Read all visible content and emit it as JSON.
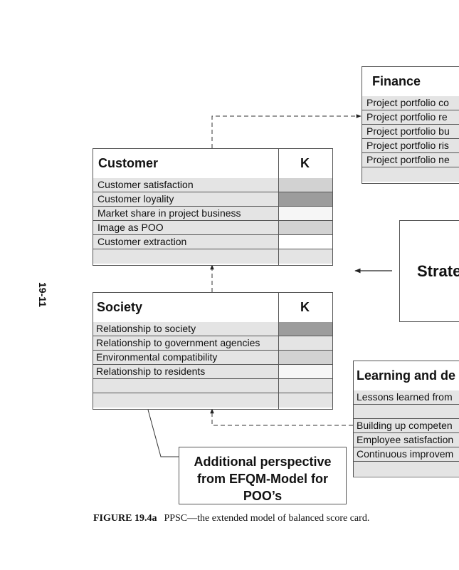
{
  "page_number": "19-11",
  "finance": {
    "title": "Finance",
    "rows": [
      "Project portfolio co",
      "Project portfolio re",
      "Project portfolio bu",
      "Project portfolio ris",
      "Project portfolio ne",
      ""
    ]
  },
  "customer": {
    "title": "Customer",
    "k_label": "K",
    "rows": [
      "Customer satisfaction",
      "Customer loyality",
      "Market share in project business",
      "Image as POO",
      "Customer extraction",
      ""
    ],
    "k_colors": [
      "#d2d2d2",
      "#9c9c9c",
      "#f6f6f6",
      "#d2d2d2",
      "#ffffff",
      "#e4e4e4"
    ]
  },
  "society": {
    "title": "Society",
    "k_label": "K",
    "rows": [
      "Relationship to society",
      "Relationship to government agencies",
      "Environmental compatibility",
      "Relationship to residents",
      "",
      ""
    ],
    "k_colors": [
      "#9c9c9c",
      "#e4e4e4",
      "#d2d2d2",
      "#f6f6f6",
      "#e4e4e4",
      "#e4e4e4"
    ]
  },
  "strategy": {
    "label": "Strate"
  },
  "learning": {
    "title": "Learning and de",
    "rows": [
      "Lessons learned from",
      "",
      "Building up competen",
      "Employee satisfaction",
      "Continuous improvem",
      ""
    ]
  },
  "callout": {
    "line1": "Additional perspective",
    "line2": "from EFQM-Model for",
    "line3": "POO’s"
  },
  "caption": {
    "label": "FIGURE 19.4a",
    "text": "PPSC—the extended model of balanced score card."
  }
}
